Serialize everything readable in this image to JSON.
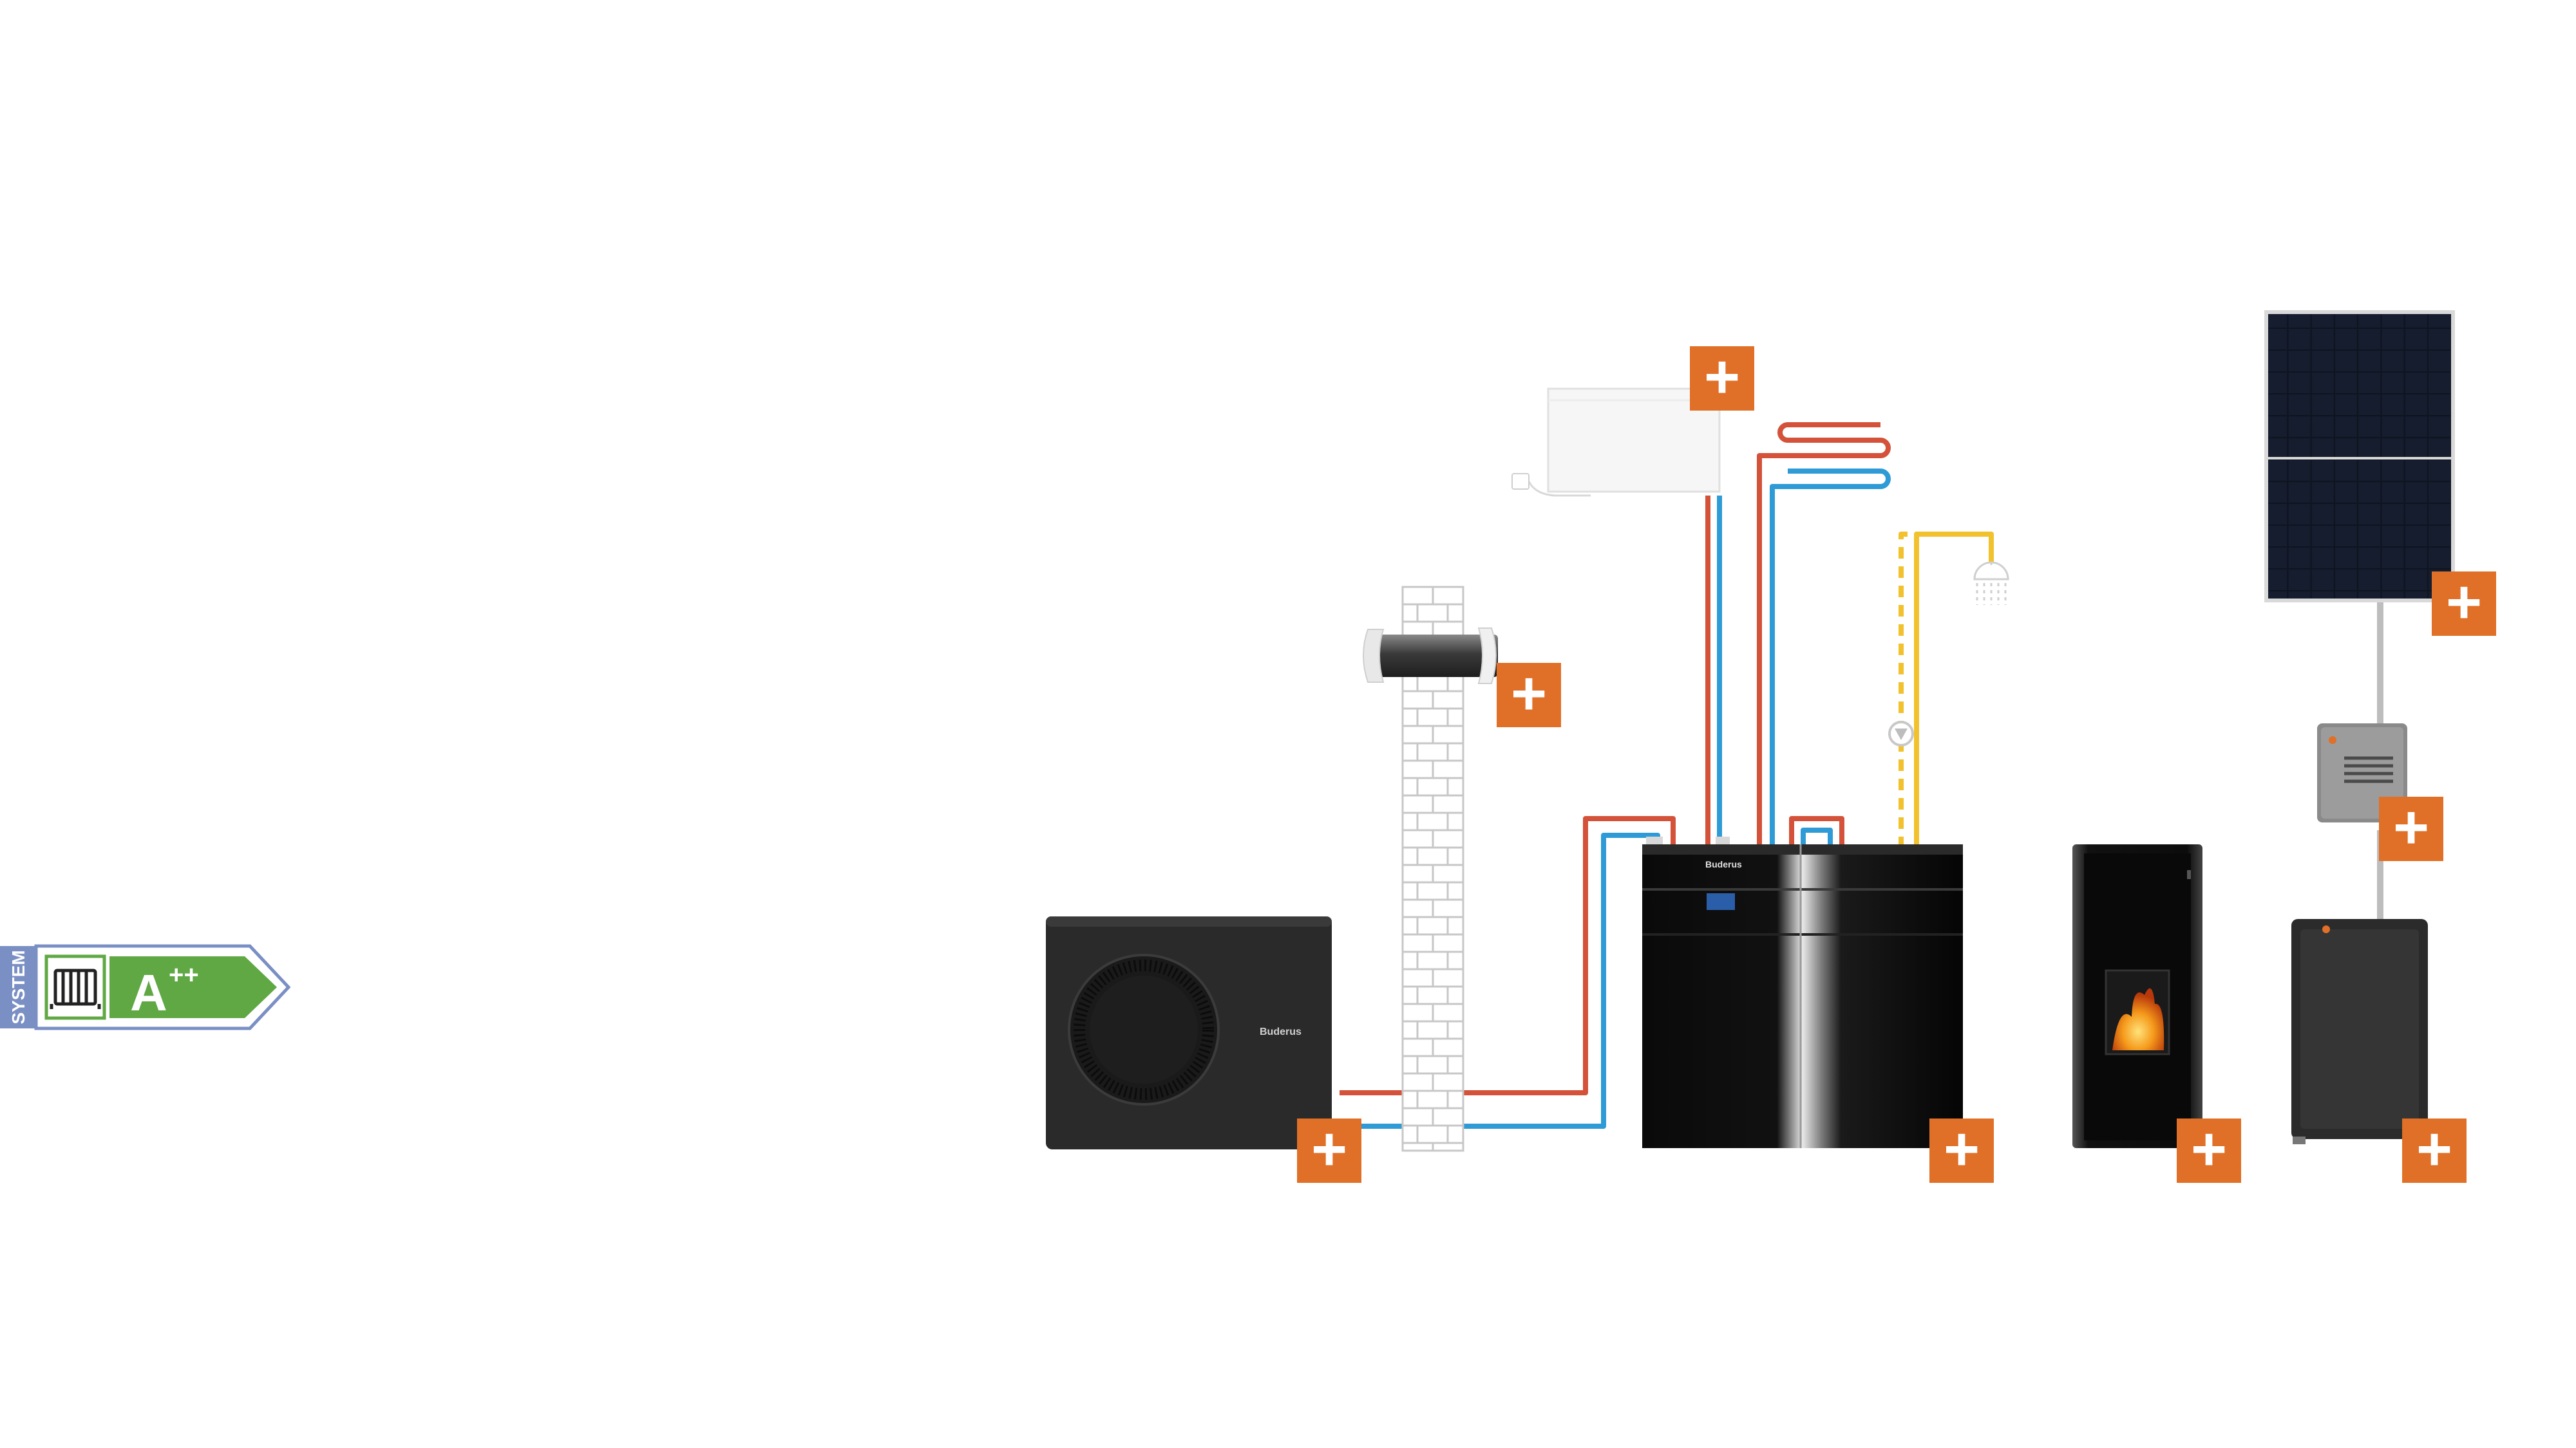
{
  "energy_label": {
    "system_text": "SYSTEM",
    "rating_letter": "A",
    "rating_suffix": "++",
    "label_color": "#5fa843",
    "system_strip_color": "#7a8fc4",
    "radiator_icon": "radiator-icon"
  },
  "brand": {
    "heat_pump_logo": "Buderus",
    "indoor_unit_logo": "Buderus"
  },
  "colors": {
    "hot_pipe": "#d4523a",
    "cold_pipe": "#2f9bd6",
    "hot_water_pipe": "#f2c12e",
    "accent_plus": "#e07028",
    "plus_symbol": "#ffffff",
    "device_dark": "#1a1a1a"
  },
  "components": [
    {
      "id": "outdoor-heat-pump",
      "icon": "heat-pump-outdoor-unit",
      "plus": "+"
    },
    {
      "id": "ventilation-unit",
      "icon": "wall-ventilation-icon",
      "plus": "+"
    },
    {
      "id": "radiator",
      "icon": "panel-radiator-icon",
      "plus": "+"
    },
    {
      "id": "floor-heating",
      "icon": "underfloor-heating-loop-icon"
    },
    {
      "id": "shower",
      "icon": "shower-head-icon"
    },
    {
      "id": "indoor-unit",
      "icon": "heat-pump-indoor-unit",
      "plus": "+"
    },
    {
      "id": "pellet-stove",
      "icon": "stove-flame-icon",
      "plus": "+"
    },
    {
      "id": "solar-panel",
      "icon": "pv-solar-panel-icon",
      "plus": "+"
    },
    {
      "id": "inverter",
      "icon": "inverter-icon",
      "plus": "+"
    },
    {
      "id": "battery-storage",
      "icon": "battery-storage-icon",
      "plus": "+"
    }
  ]
}
